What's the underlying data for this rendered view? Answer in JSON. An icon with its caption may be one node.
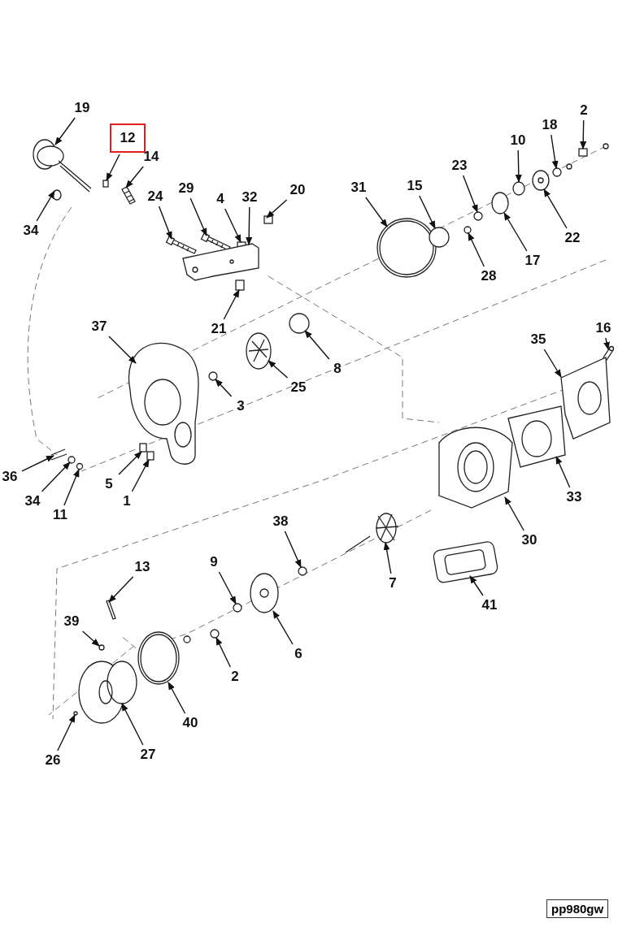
{
  "diagram": {
    "nodes": [
      {
        "text": [
          "19"
        ]
      },
      {
        "text": [
          "2"
        ]
      },
      {
        "text": [
          "18"
        ]
      },
      {
        "text": [
          "12"
        ]
      },
      {
        "text": [
          "10"
        ]
      },
      {
        "text": [
          "14"
        ]
      },
      {
        "text": [
          "23"
        ]
      },
      {
        "text": [
          "31"
        ]
      },
      {
        "text": [
          "15"
        ]
      },
      {
        "text": [
          "29"
        ]
      },
      {
        "text": [
          "24"
        ]
      },
      {
        "text": [
          "4"
        ]
      },
      {
        "text": [
          "32"
        ]
      },
      {
        "text": [
          "20"
        ]
      },
      {
        "text": [
          "34"
        ]
      },
      {
        "text": [
          "22"
        ]
      },
      {
        "text": [
          "17"
        ]
      },
      {
        "text": [
          "28"
        ]
      },
      {
        "text": [
          "37"
        ]
      },
      {
        "text": [
          "21"
        ]
      },
      {
        "text": [
          "16"
        ]
      },
      {
        "text": [
          "35"
        ]
      },
      {
        "text": [
          "8"
        ]
      },
      {
        "text": [
          "25"
        ]
      },
      {
        "text": [
          "3"
        ]
      },
      {
        "text": [
          "36"
        ]
      },
      {
        "text": [
          "5"
        ]
      },
      {
        "text": [
          "33"
        ]
      },
      {
        "text": [
          "1"
        ]
      },
      {
        "text": [
          "34"
        ]
      },
      {
        "text": [
          "11"
        ]
      },
      {
        "text": [
          "38"
        ]
      },
      {
        "text": [
          "30"
        ]
      },
      {
        "text": [
          "13"
        ]
      },
      {
        "text": [
          "9"
        ]
      },
      {
        "text": [
          "7"
        ]
      },
      {
        "text": [
          "41"
        ]
      },
      {
        "text": [
          "39"
        ]
      },
      {
        "text": [
          "6"
        ]
      },
      {
        "text": [
          "2"
        ]
      },
      {
        "text": [
          "40"
        ]
      },
      {
        "text": [
          "27"
        ]
      },
      {
        "text": [
          "26"
        ]
      },
      {
        "text": [],
        "shape": "picture"
      },
      {
        "text": [],
        "shape": "box"
      },
      {
        "text": [],
        "shape": "circle"
      },
      {
        "text": [],
        "shape": "box"
      },
      {
        "text": [],
        "shape": "circle"
      },
      {
        "text": [],
        "shape": "picture"
      },
      {
        "text": [],
        "shape": "circle"
      },
      {
        "text": [],
        "shape": "circle"
      },
      {
        "text": [],
        "shape": "circle"
      },
      {
        "text": [],
        "shape": "picture"
      },
      {
        "text": [],
        "shape": "picture"
      },
      {
        "text": [],
        "shape": "box"
      },
      {
        "text": [],
        "shape": "picture"
      },
      {
        "text": [],
        "shape": "box"
      },
      {
        "text": [],
        "shape": "circle"
      },
      {
        "text": [],
        "shape": "circle"
      },
      {
        "text": [],
        "shape": "circle"
      },
      {
        "text": [],
        "shape": "circle"
      },
      {
        "text": [],
        "shape": "picture"
      },
      {
        "text": [],
        "shape": "box"
      },
      {
        "text": [],
        "shape": "picture"
      },
      {
        "text": [],
        "shape": "picture"
      },
      {
        "text": [],
        "shape": "circle"
      },
      {
        "text": [],
        "shape": "picture"
      },
      {
        "text": [],
        "shape": "circle"
      },
      {
        "text": [],
        "shape": "picture"
      },
      {
        "text": [],
        "shape": "box"
      },
      {
        "text": [],
        "shape": "picture"
      },
      {
        "text": [],
        "shape": "box"
      },
      {
        "text": [],
        "shape": "circle"
      },
      {
        "text": [],
        "shape": "circle"
      },
      {
        "text": [],
        "shape": "circle"
      },
      {
        "text": [],
        "shape": "picture"
      },
      {
        "text": [],
        "shape": "picture"
      },
      {
        "text": [],
        "shape": "circle"
      },
      {
        "text": [],
        "shape": "picture"
      },
      {
        "text": [],
        "shape": "picture"
      },
      {
        "text": [],
        "shape": "circle"
      },
      {
        "text": [],
        "shape": "circle"
      },
      {
        "text": [],
        "shape": "circle"
      },
      {
        "text": [],
        "shape": "circle"
      },
      {
        "text": [],
        "shape": "picture"
      },
      {
        "text": [],
        "shape": "circle"
      }
    ],
    "edges": [
      {
        "from": 0,
        "to": 43,
        "arrow": "to"
      },
      {
        "from": 1,
        "to": 44,
        "arrow": "to"
      },
      {
        "from": 2,
        "to": 45,
        "arrow": "to"
      },
      {
        "from": 3,
        "to": 46,
        "arrow": "to"
      },
      {
        "from": 4,
        "to": 47,
        "arrow": "to"
      },
      {
        "from": 5,
        "to": 48,
        "arrow": "to"
      },
      {
        "from": 6,
        "to": 49,
        "arrow": "to"
      },
      {
        "from": 7,
        "to": 50,
        "arrow": "to"
      },
      {
        "from": 8,
        "to": 51,
        "arrow": "to"
      },
      {
        "from": 9,
        "to": 52,
        "arrow": "to"
      },
      {
        "from": 10,
        "to": 53,
        "arrow": "to"
      },
      {
        "from": 11,
        "to": 54,
        "arrow": "to"
      },
      {
        "from": 12,
        "to": 55,
        "arrow": "to"
      },
      {
        "from": 13,
        "to": 56,
        "arrow": "to"
      },
      {
        "from": 14,
        "to": 57,
        "arrow": "to"
      },
      {
        "from": 15,
        "to": 58,
        "arrow": "to"
      },
      {
        "from": 16,
        "to": 59,
        "arrow": "to"
      },
      {
        "from": 17,
        "to": 60,
        "arrow": "to"
      },
      {
        "from": 18,
        "to": 61,
        "arrow": "to"
      },
      {
        "from": 19,
        "to": 62,
        "arrow": "to"
      },
      {
        "from": 20,
        "to": 63,
        "arrow": "to"
      },
      {
        "from": 21,
        "to": 64,
        "arrow": "to"
      },
      {
        "from": 22,
        "to": 65,
        "arrow": "to"
      },
      {
        "from": 23,
        "to": 66,
        "arrow": "to"
      },
      {
        "from": 24,
        "to": 67,
        "arrow": "to"
      },
      {
        "from": 25,
        "to": 68,
        "arrow": "to"
      },
      {
        "from": 26,
        "to": 69,
        "arrow": "to"
      },
      {
        "from": 27,
        "to": 70,
        "arrow": "to"
      },
      {
        "from": 28,
        "to": 71,
        "arrow": "to"
      },
      {
        "from": 29,
        "to": 72,
        "arrow": "to"
      },
      {
        "from": 30,
        "to": 73,
        "arrow": "to"
      },
      {
        "from": 31,
        "to": 74,
        "arrow": "to"
      },
      {
        "from": 32,
        "to": 75,
        "arrow": "to"
      },
      {
        "from": 33,
        "to": 76,
        "arrow": "to"
      },
      {
        "from": 34,
        "to": 77,
        "arrow": "to"
      },
      {
        "from": 35,
        "to": 78,
        "arrow": "to"
      },
      {
        "from": 36,
        "to": 79,
        "arrow": "to"
      },
      {
        "from": 37,
        "to": 80,
        "arrow": "to"
      },
      {
        "from": 38,
        "to": 81,
        "arrow": "to"
      },
      {
        "from": 39,
        "to": 82,
        "arrow": "to"
      },
      {
        "from": 40,
        "to": 83,
        "arrow": "to"
      },
      {
        "from": 41,
        "to": 84,
        "arrow": "to"
      },
      {
        "from": 42,
        "to": 85,
        "arrow": "to"
      }
    ],
    "labels": [
      "pp980gw"
    ]
  }
}
